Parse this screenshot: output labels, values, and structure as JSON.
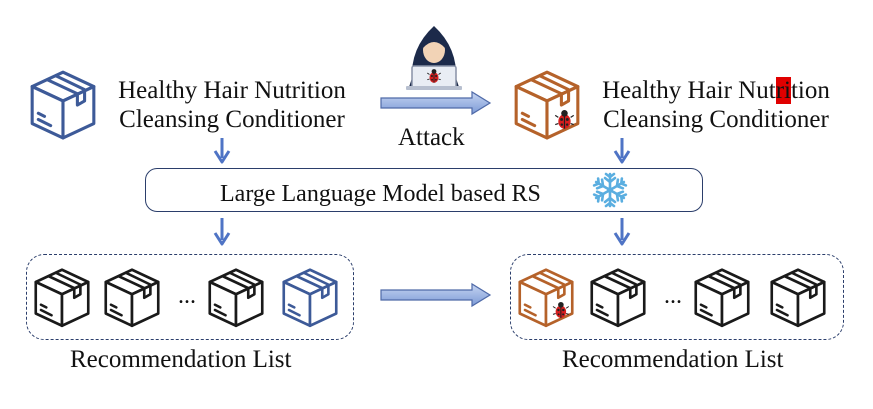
{
  "left_product": {
    "line1": "Healthy Hair Nutrition",
    "line2": "Cleansing Conditioner"
  },
  "right_product": {
    "line1_before": "Healthy Hair Nut",
    "line1_highlight": "ri",
    "line1_after": "tion",
    "line2": "Cleansing Conditioner"
  },
  "attack_label": "Attack",
  "model_label": "Large Language Model based RS",
  "left_list": {
    "caption": "Recommendation List",
    "ellipsis": "..."
  },
  "right_list": {
    "caption": "Recommendation List",
    "ellipsis": "..."
  },
  "colors": {
    "blue_item": "#3d5a98",
    "attacked_item": "#b5622a",
    "arrow": "#4f74c5",
    "highlight": "#e00000",
    "outline": "#2b3e6b"
  },
  "icons": [
    "box-icon",
    "hacker-icon",
    "bug-icon",
    "snowflake-icon"
  ]
}
